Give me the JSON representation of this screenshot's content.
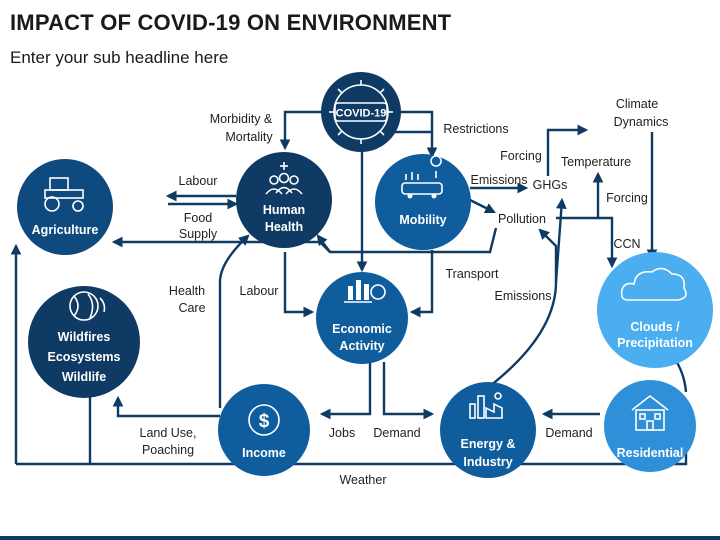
{
  "title": "IMPACT OF COVID-19 ON ENVIRONMENT",
  "subtitle": "Enter your sub headline here",
  "nodes": {
    "covid": "COVID-19",
    "agriculture": "Agriculture",
    "human_health": [
      "Human",
      "Health"
    ],
    "mobility": "Mobility",
    "wildfires": [
      "Wildfires",
      "Ecosystems",
      "Wildlife"
    ],
    "economic": [
      "Economic",
      "Activity"
    ],
    "clouds": [
      "Clouds /",
      "Precipitation"
    ],
    "income": "Income",
    "energy": [
      "Energy &",
      "Industry"
    ],
    "residential": "Residential"
  },
  "edge_labels": {
    "morbidity": [
      "Morbidity &",
      "Mortality"
    ],
    "restrictions": "Restrictions",
    "climate": [
      "Climate",
      "Dynamics"
    ],
    "forcing1": "Forcing",
    "temperature": "Temperature",
    "labour1": "Labour",
    "food": [
      "Food",
      "Supply"
    ],
    "emissions1": "Emissions",
    "ghgs": "GHGs",
    "forcing2": "Forcing",
    "pollution": "Pollution",
    "ccn": "CCN",
    "health_care": [
      "Health",
      "Care"
    ],
    "labour2": "Labour",
    "transport": "Transport",
    "emissions2": "Emissions",
    "land_use": [
      "Land Use,",
      "Poaching"
    ],
    "jobs": "Jobs",
    "demand1": "Demand",
    "demand2": "Demand",
    "weather": "Weather"
  },
  "colors": {
    "dark_navy": "#0e3a63",
    "mid_blue": "#0f5d9c",
    "light_blue": "#2f8fd8",
    "sky_blue": "#4aaef0"
  },
  "icons": {
    "covid": "virus-icon",
    "agriculture": "tractor-icon",
    "human_health": "people-icon",
    "mobility": "transport-icon",
    "wildfires": "globe-leaf-icon",
    "economic": "economy-chart-icon",
    "clouds": "cloud-icon",
    "income": "dollar-icon",
    "energy": "factory-icon",
    "residential": "house-icon"
  }
}
